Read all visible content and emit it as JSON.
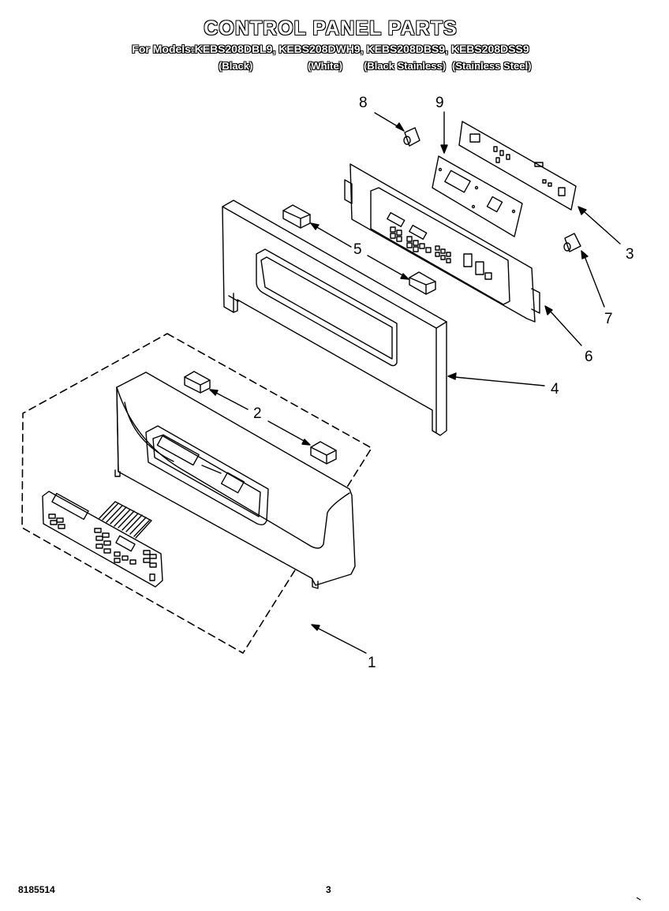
{
  "header": {
    "title": "CONTROL PANEL PARTS",
    "models_line": "For Models:KEBS208DBL9, KEBS208DWH9, KEBS208DBS9, KEBS208DSS9",
    "finishes": [
      "(Black)",
      "(White)",
      "(Black Stainless)",
      "(Stainless Steel)"
    ]
  },
  "callouts": [
    "1",
    "2",
    "3",
    "4",
    "5",
    "6",
    "7",
    "8",
    "9"
  ],
  "footer": {
    "part_number": "8185514",
    "page_number": "3"
  }
}
